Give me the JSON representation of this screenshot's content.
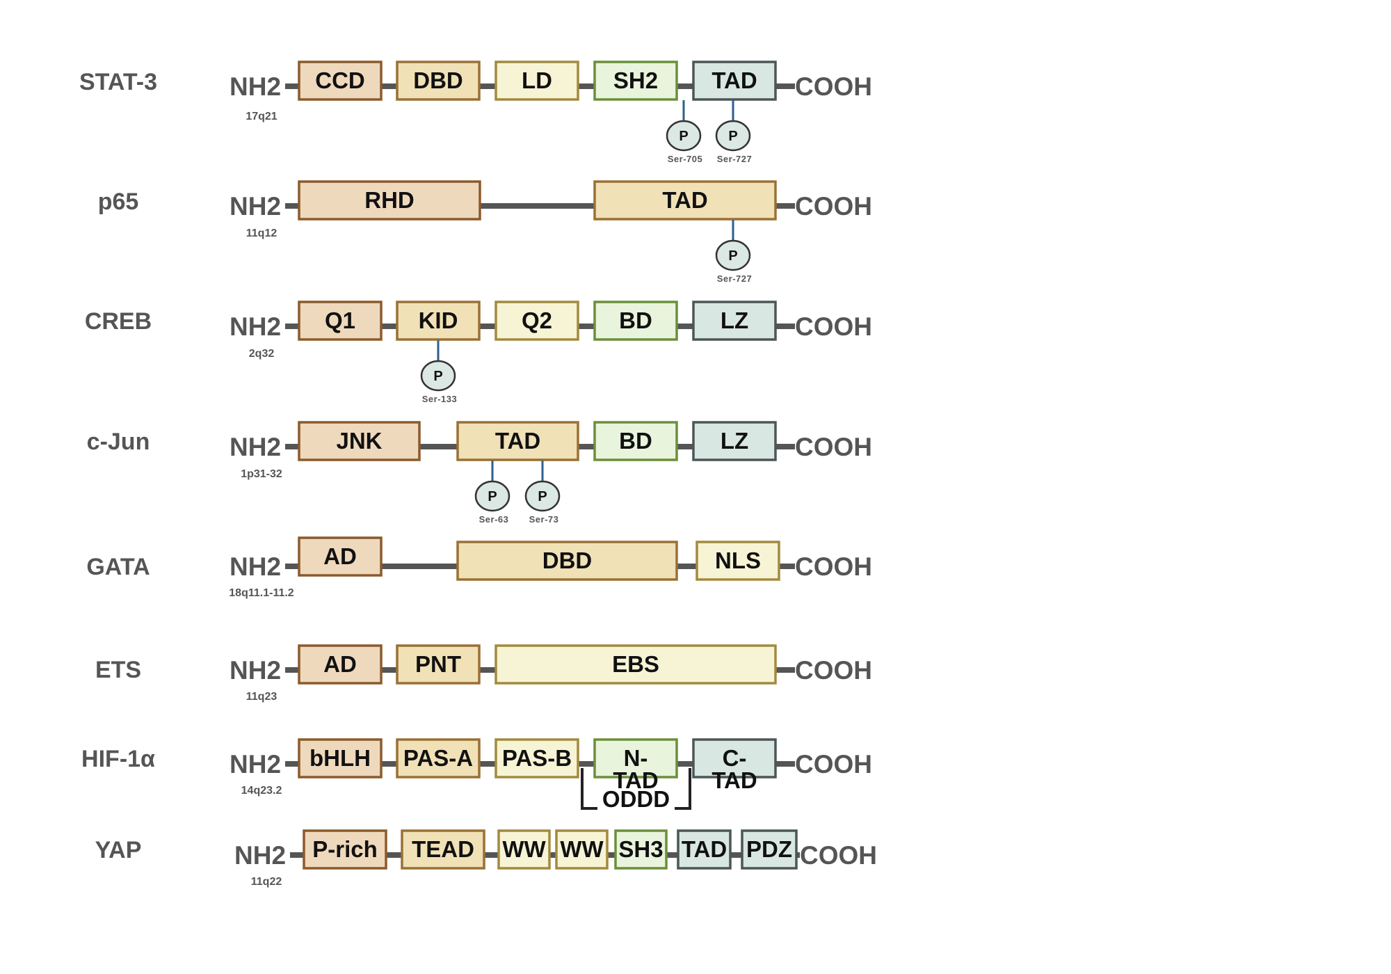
{
  "colors": {
    "line": "#555555",
    "phospho_line": "#2e5f8c",
    "phospho_fill": "#dce8e4",
    "phospho_stroke": "#333333",
    "bracket": "#222222",
    "domain_styles": {
      "orange": {
        "fill": "#efd9bd",
        "stroke": "#8c5a2b"
      },
      "tan": {
        "fill": "#f1e1b7",
        "stroke": "#9a7035"
      },
      "cream": {
        "fill": "#f7f4d6",
        "stroke": "#a28a3e"
      },
      "green": {
        "fill": "#e9f4dd",
        "stroke": "#6b8f3a"
      },
      "teal": {
        "fill": "#d9e7e3",
        "stroke": "#4b5656"
      }
    }
  },
  "proteins": [
    {
      "name": "STAT-3",
      "locus": "17q21",
      "n_term": "NH2",
      "c_term": "COOH",
      "domains": [
        {
          "label": "CCD",
          "style": "orange"
        },
        {
          "label": "DBD",
          "style": "tan"
        },
        {
          "label": "LD",
          "style": "cream"
        },
        {
          "label": "SH2",
          "style": "green"
        },
        {
          "label": "TAD",
          "style": "teal"
        }
      ],
      "sites": [
        {
          "marker": "P",
          "label": "Ser-705"
        },
        {
          "marker": "P",
          "label": "Ser-727"
        }
      ]
    },
    {
      "name": "p65",
      "locus": "11q12",
      "n_term": "NH2",
      "c_term": "COOH",
      "domains": [
        {
          "label": "RHD",
          "style": "orange"
        },
        {
          "label": "TAD",
          "style": "tan"
        }
      ],
      "sites": [
        {
          "marker": "P",
          "label": "Ser-727"
        }
      ]
    },
    {
      "name": "CREB",
      "locus": "2q32",
      "n_term": "NH2",
      "c_term": "COOH",
      "domains": [
        {
          "label": "Q1",
          "style": "orange"
        },
        {
          "label": "KID",
          "style": "tan"
        },
        {
          "label": "Q2",
          "style": "cream"
        },
        {
          "label": "BD",
          "style": "green"
        },
        {
          "label": "LZ",
          "style": "teal"
        }
      ],
      "sites": [
        {
          "marker": "P",
          "label": "Ser-133"
        }
      ]
    },
    {
      "name": "c-Jun",
      "locus": "1p31-32",
      "n_term": "NH2",
      "c_term": "COOH",
      "domains": [
        {
          "label": "JNK",
          "style": "orange"
        },
        {
          "label": "TAD",
          "style": "tan"
        },
        {
          "label": "BD",
          "style": "green"
        },
        {
          "label": "LZ",
          "style": "teal"
        }
      ],
      "sites": [
        {
          "marker": "P",
          "label": "Ser-63"
        },
        {
          "marker": "P",
          "label": "Ser-73"
        }
      ]
    },
    {
      "name": "GATA",
      "locus": "18q11.1-11.2",
      "n_term": "NH2",
      "c_term": "COOH",
      "domains": [
        {
          "label": "AD",
          "style": "orange"
        },
        {
          "label": "DBD",
          "style": "tan"
        },
        {
          "label": "NLS",
          "style": "cream"
        }
      ],
      "sites": []
    },
    {
      "name": "ETS",
      "locus": "11q23",
      "n_term": "NH2",
      "c_term": "COOH",
      "domains": [
        {
          "label": "AD",
          "style": "orange"
        },
        {
          "label": "PNT",
          "style": "tan"
        },
        {
          "label": "EBS",
          "style": "cream"
        }
      ],
      "sites": []
    },
    {
      "name": "HIF-1α",
      "locus": "14q23.2",
      "n_term": "NH2",
      "c_term": "COOH",
      "domains": [
        {
          "label": "bHLH",
          "style": "orange"
        },
        {
          "label": "PAS-A",
          "style": "tan"
        },
        {
          "label": "PAS-B",
          "style": "cream"
        },
        {
          "label": "N-\nTAD",
          "style": "green"
        },
        {
          "label": "C-\nTAD",
          "style": "teal"
        }
      ],
      "sites": [],
      "bracket_label": "ODDD"
    },
    {
      "name": "YAP",
      "locus": "11q22",
      "n_term": "NH2",
      "c_term": "COOH",
      "domains": [
        {
          "label": "P-rich",
          "style": "orange"
        },
        {
          "label": "TEAD",
          "style": "tan"
        },
        {
          "label": "WW",
          "style": "cream"
        },
        {
          "label": "WW",
          "style": "cream"
        },
        {
          "label": "SH3",
          "style": "green"
        },
        {
          "label": "TAD",
          "style": "teal"
        },
        {
          "label": "PDZ",
          "style": "teal"
        }
      ],
      "sites": []
    }
  ]
}
